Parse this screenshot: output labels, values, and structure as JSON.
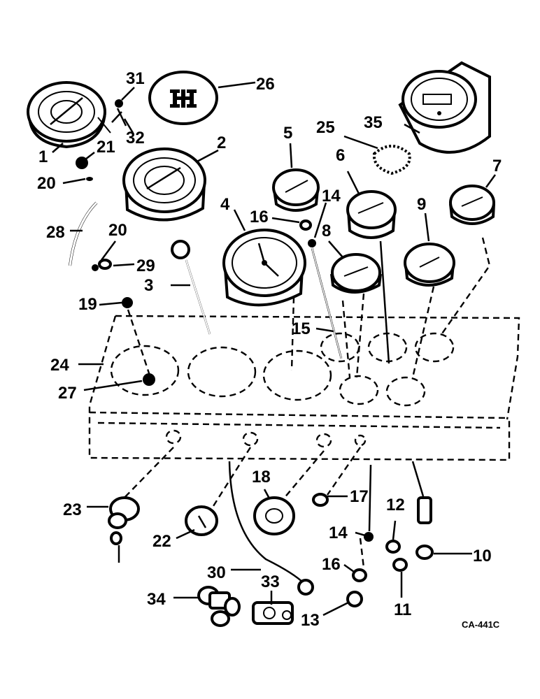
{
  "diagram": {
    "code": "CA-441C",
    "callouts": [
      {
        "id": "c1",
        "text": "1"
      },
      {
        "id": "c2",
        "text": "2"
      },
      {
        "id": "c3",
        "text": "3"
      },
      {
        "id": "c4",
        "text": "4"
      },
      {
        "id": "c5",
        "text": "5"
      },
      {
        "id": "c6",
        "text": "6"
      },
      {
        "id": "c7",
        "text": "7"
      },
      {
        "id": "c8",
        "text": "8"
      },
      {
        "id": "c9",
        "text": "9"
      },
      {
        "id": "c10",
        "text": "10"
      },
      {
        "id": "c11",
        "text": "11"
      },
      {
        "id": "c12",
        "text": "12"
      },
      {
        "id": "c13",
        "text": "13"
      },
      {
        "id": "c14a",
        "text": "14"
      },
      {
        "id": "c14b",
        "text": "14"
      },
      {
        "id": "c15",
        "text": "15"
      },
      {
        "id": "c16a",
        "text": "16"
      },
      {
        "id": "c16b",
        "text": "16"
      },
      {
        "id": "c17",
        "text": "17"
      },
      {
        "id": "c18",
        "text": "18"
      },
      {
        "id": "c19",
        "text": "19"
      },
      {
        "id": "c20a",
        "text": "20"
      },
      {
        "id": "c20b",
        "text": "20"
      },
      {
        "id": "c21",
        "text": "21"
      },
      {
        "id": "c22",
        "text": "22"
      },
      {
        "id": "c23",
        "text": "23"
      },
      {
        "id": "c24",
        "text": "24"
      },
      {
        "id": "c25",
        "text": "25"
      },
      {
        "id": "c26",
        "text": "26"
      },
      {
        "id": "c27",
        "text": "27"
      },
      {
        "id": "c28",
        "text": "28"
      },
      {
        "id": "c29",
        "text": "29"
      },
      {
        "id": "c30",
        "text": "30"
      },
      {
        "id": "c31",
        "text": "31"
      },
      {
        "id": "c32",
        "text": "32"
      },
      {
        "id": "c33",
        "text": "33"
      },
      {
        "id": "c34",
        "text": "34"
      },
      {
        "id": "c35",
        "text": "35"
      }
    ],
    "emblem": "IH"
  }
}
